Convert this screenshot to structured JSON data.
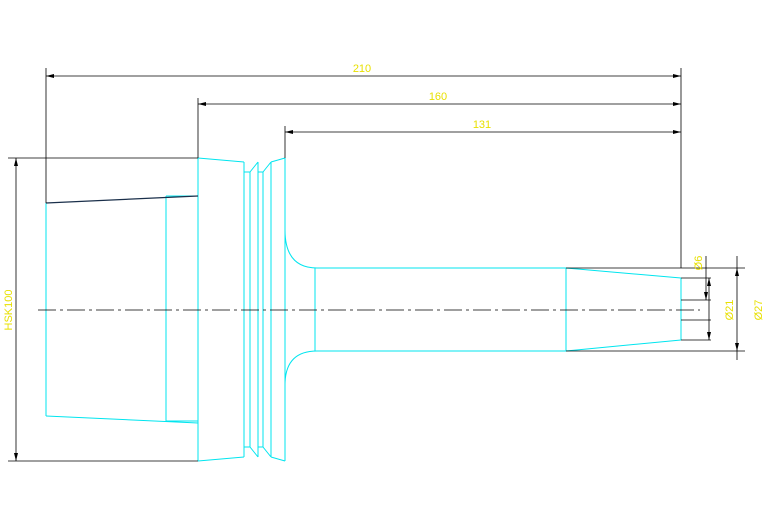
{
  "colors": {
    "background": "#ffffff",
    "part_outline": "#00e5ef",
    "dimension_line": "#000000",
    "dimension_text": "#e8e000",
    "centerline": "#000000"
  },
  "dimensions": {
    "overall_length": "210",
    "length_mid": "160",
    "length_short": "131",
    "shank_label": "HSK100",
    "dia_tip": "Ø6",
    "dia_inner": "Ø21",
    "dia_outer": "Ø27"
  }
}
